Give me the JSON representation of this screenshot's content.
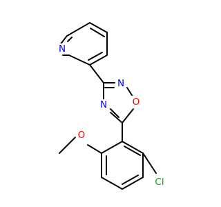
{
  "structure": {
    "atoms": [
      {
        "id": "N_pyr",
        "label": "N",
        "color": "#0000ff"
      },
      {
        "id": "N_ox4",
        "label": "N",
        "color": "#0000ff"
      },
      {
        "id": "N_ox2",
        "label": "N",
        "color": "#0000ff"
      },
      {
        "id": "O_ox",
        "label": "O",
        "color": "#ff0000"
      },
      {
        "id": "O_me",
        "label": "O",
        "color": "#ff0000"
      },
      {
        "id": "Cl",
        "label": "Cl",
        "color": "#00aa00"
      }
    ]
  }
}
